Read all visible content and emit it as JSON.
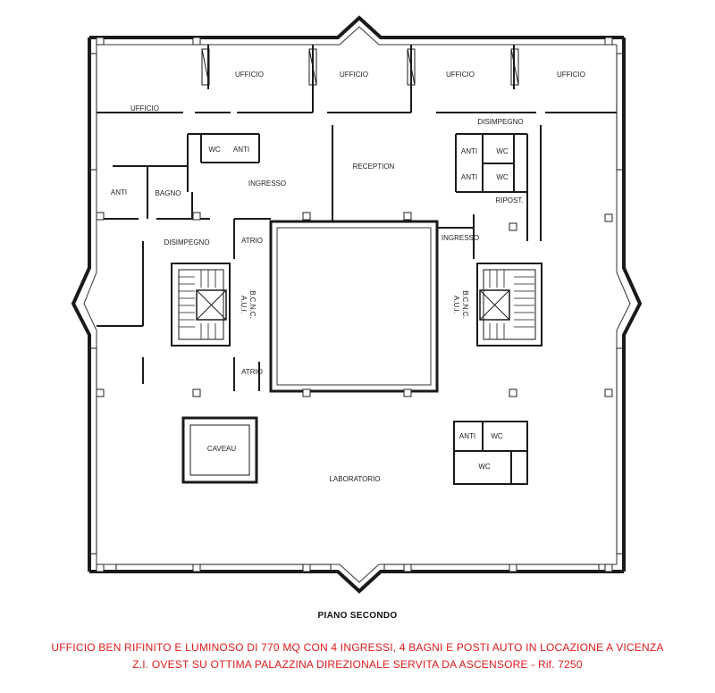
{
  "floor_title": "PIANO SECONDO",
  "caption": {
    "line1": "UFFICIO BEN RIFINITO E LUMINOSO DI 770 MQ CON 4 INGRESSI, 4 BAGNI E POSTI AUTO IN LOCAZIONE A VICENZA",
    "line2": "Z.I. OVEST SU OTTIMA PALAZZINA DIREZIONALE SERVITA DA ASCENSORE - Rif. 7250"
  },
  "rooms": {
    "ufficio_1": "UFFICIO",
    "ufficio_2": "UFFICIO",
    "ufficio_3": "UFFICIO",
    "ufficio_4": "UFFICIO",
    "ufficio_5": "UFFICIO",
    "disimpegno_top": "DISIMPEGNO",
    "wc_left": "WC",
    "anti_left_small": "ANTI",
    "anti_left": "ANTI",
    "bagno": "BAGNO",
    "ingresso_left": "INGRESSO",
    "reception": "RECEPTION",
    "anti_r1": "ANTI",
    "wc_r1": "WC",
    "anti_r2": "ANTI",
    "wc_r2": "WC",
    "ripost": "RIPOST.",
    "disimpegno_left": "DISIMPEGNO",
    "atrio_top": "ATRIO",
    "ingresso_right": "INGRESSO",
    "atrio_bottom": "ATRIO",
    "auli_left": "A.U.I.",
    "bcnc_left": "B.C.N.C.",
    "auli_right": "A.U.I.",
    "bcnc_right": "B.C.N.C.",
    "caveau": "CAVEAU",
    "laboratorio": "LABORATORIO",
    "anti_bottom": "ANTI",
    "wc_bottom_1": "WC",
    "wc_bottom_2": "WC"
  },
  "colors": {
    "caption": "#e21b1b",
    "lines": "#1a1a1a"
  }
}
